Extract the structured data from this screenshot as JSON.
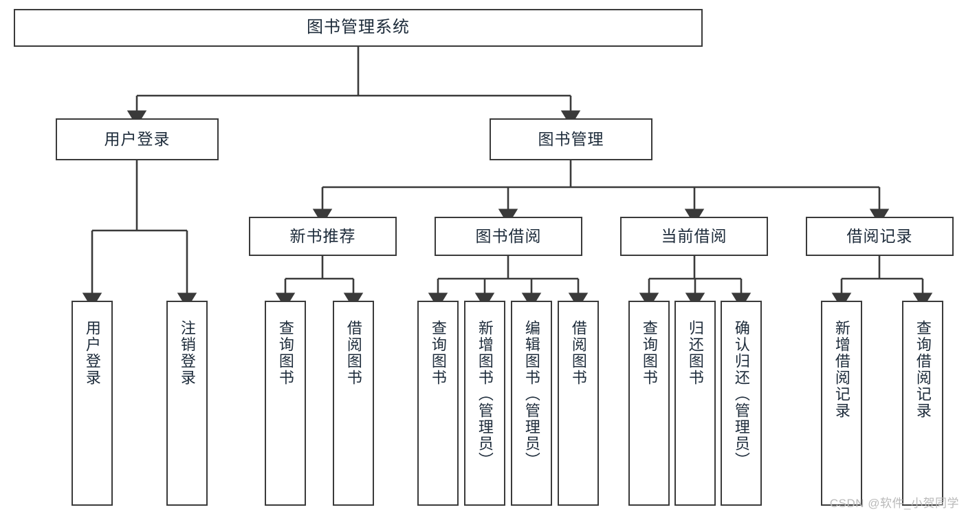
{
  "diagram": {
    "title": "图书管理系统",
    "type": "functional-structure-tree",
    "stroke_color": "#3a3a3a",
    "text_color": "#1d2b3a",
    "background": "#ffffff"
  },
  "nodes": {
    "root": {
      "label": "图书管理系统"
    },
    "user_login": {
      "label": "用户登录"
    },
    "book_manage": {
      "label": "图书管理"
    },
    "new_book": {
      "label": "新书推荐"
    },
    "book_borrow": {
      "label": "图书借阅"
    },
    "current_borrow": {
      "label": "当前借阅"
    },
    "borrow_record": {
      "label": "借阅记录"
    }
  },
  "leaves": {
    "login_1": {
      "label": "用户登录"
    },
    "login_2": {
      "label": "注销登录"
    },
    "newbook_1": {
      "label": "查询图书"
    },
    "newbook_2": {
      "label": "借阅图书"
    },
    "borrow_1": {
      "label": "查询图书"
    },
    "borrow_2": {
      "label": "新增图书（管理员）"
    },
    "borrow_3": {
      "label": "编辑图书（管理员）"
    },
    "borrow_4": {
      "label": "借阅图书"
    },
    "cur_1": {
      "label": "查询图书"
    },
    "cur_2": {
      "label": "归还图书"
    },
    "cur_3": {
      "label": "确认归还（管理员）"
    },
    "rec_1": {
      "label": "新增借阅记录"
    },
    "rec_2": {
      "label": "查询借阅记录"
    }
  },
  "watermark": {
    "text": "CSDN @软件_小贺同学"
  }
}
